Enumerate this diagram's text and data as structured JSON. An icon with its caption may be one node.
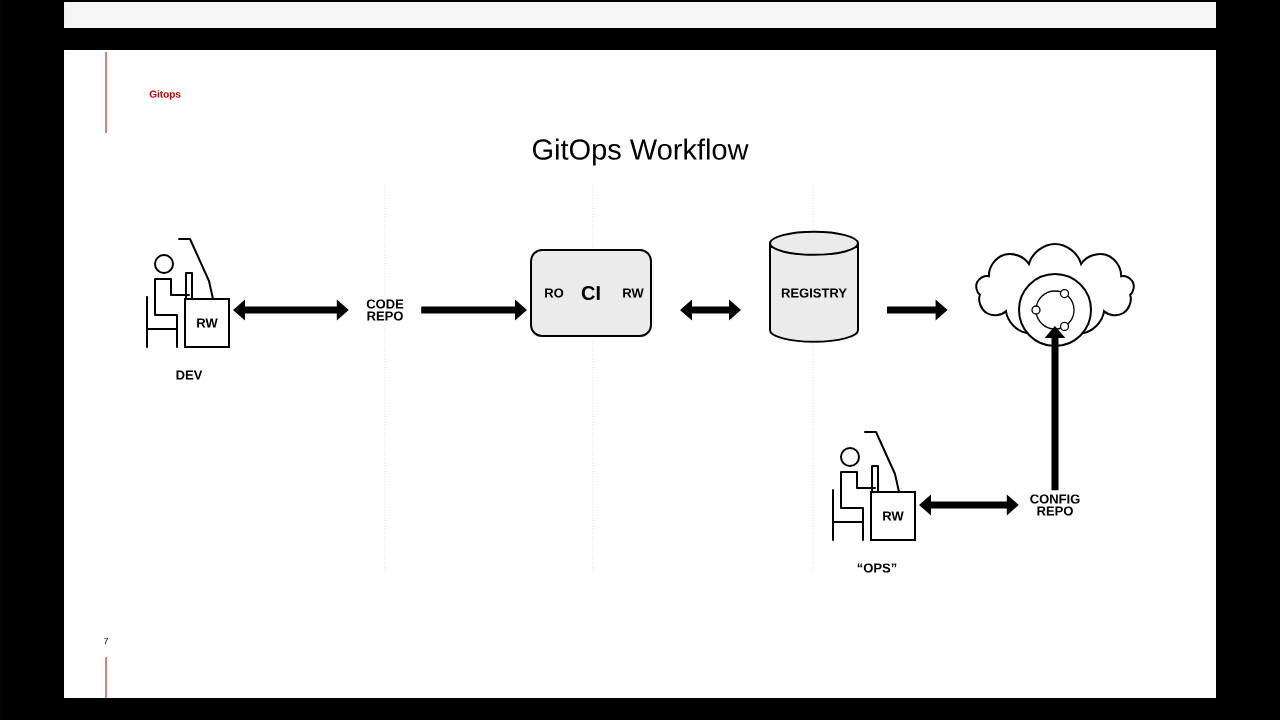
{
  "diagram": {
    "title": "GitOps Workflow",
    "nodes": [
      {
        "text": [
          "RW"
        ],
        "beside": [
          "DEV"
        ]
      },
      {
        "text": [
          "CODE REPO"
        ]
      },
      {
        "text": [
          "RO",
          "CI",
          "RW"
        ]
      },
      {
        "text": [
          "REGISTRY"
        ]
      },
      {
        "text": [],
        "shape": "cloud"
      },
      {
        "text": [
          "RW"
        ],
        "beside": [
          "“OPS”"
        ]
      },
      {
        "text": [
          "CONFIG REPO"
        ]
      }
    ],
    "edges": [
      {
        "from": 0,
        "to": 1,
        "arrow": "both"
      },
      {
        "from": 1,
        "to": 2,
        "arrow": "to"
      },
      {
        "from": 2,
        "to": 3,
        "arrow": "both"
      },
      {
        "from": 3,
        "to": 4,
        "arrow": "to"
      },
      {
        "from": 5,
        "to": 6,
        "arrow": "both"
      },
      {
        "from": 6,
        "to": 4,
        "arrow": "to"
      }
    ],
    "labels": [
      "Gitops",
      "7"
    ]
  }
}
